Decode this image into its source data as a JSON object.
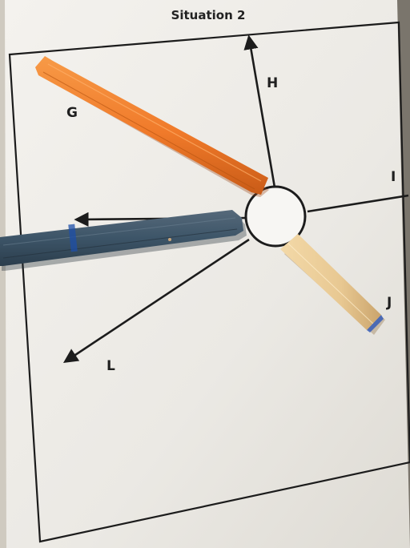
{
  "title": "Situation 2",
  "labels": {
    "g": "G",
    "h": "H",
    "i": "I",
    "j": "J",
    "l": "L"
  },
  "objects": {
    "orange_strip": "orange felt strip",
    "dark_strip": "dark blue felt strip",
    "tan_strip": "tan felt strip"
  },
  "colors": {
    "orange": "#f07a2a",
    "dark_blue": "#3d5568",
    "tan": "#e8c892",
    "ink": "#1c1c1c"
  }
}
